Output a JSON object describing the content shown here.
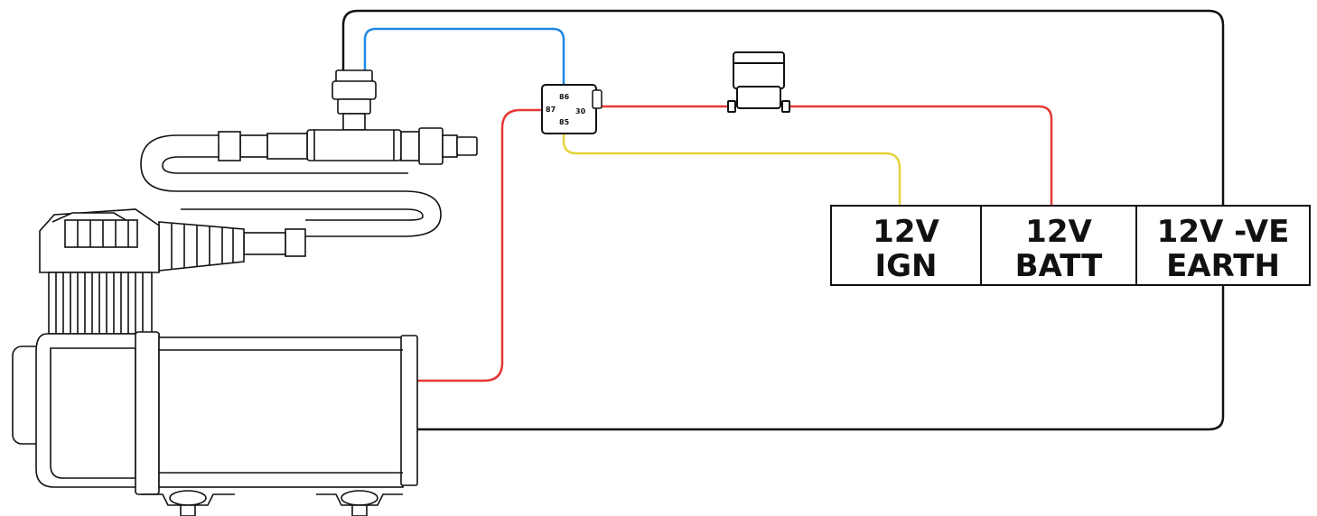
{
  "diagram": {
    "terminals": [
      {
        "line1": "12V",
        "line2": "IGN"
      },
      {
        "line1": "12V",
        "line2": "BATT"
      },
      {
        "line1": "12V -VE",
        "line2": "EARTH"
      }
    ],
    "relay": {
      "pins": [
        "86",
        "87",
        "30",
        "85"
      ]
    },
    "wire_colors": {
      "blue": "#1e88e5",
      "red": "#e53935",
      "yellow": "#e4d33b",
      "black": "#111111"
    },
    "components": {
      "compressor": "compressor-icon",
      "relay": "relay-icon",
      "fuse": "fuse-icon",
      "pressure_switch": "pressure-switch-icon"
    }
  }
}
